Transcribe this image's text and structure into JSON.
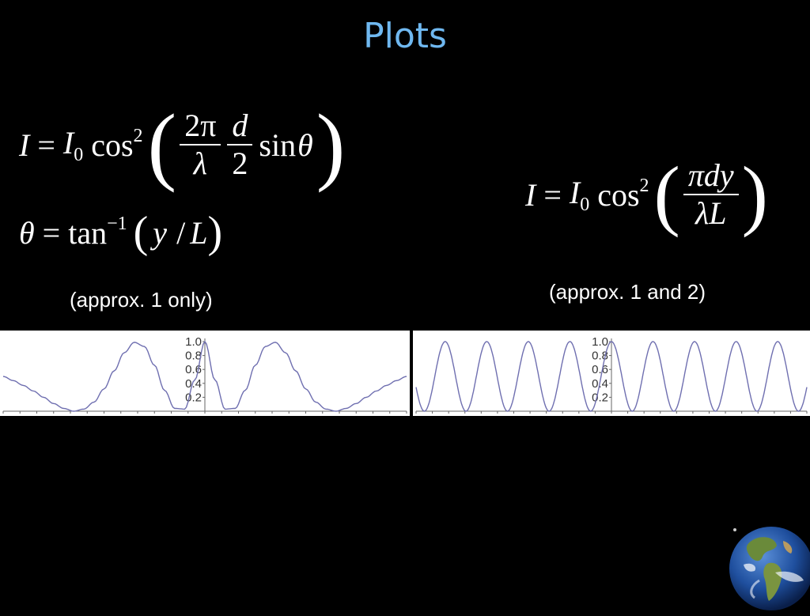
{
  "slide": {
    "title": "Plots",
    "note_left": "(approx. 1 only)",
    "note_right": "(approx. 1 and 2)"
  },
  "equations": {
    "eq1": {
      "lhs": "I",
      "eq": "=",
      "i0_base": "I",
      "i0_sub": "0",
      "func": "cos",
      "power": "2",
      "frac1_num": "2π",
      "frac1_den": "λ",
      "frac2_num": "d",
      "frac2_den": "2",
      "sin": "sin",
      "theta": "θ"
    },
    "eq2": {
      "lhs": "θ",
      "eq": "=",
      "func": "tan",
      "power": "−1",
      "y": "y",
      "slash": "/",
      "L": "L"
    },
    "eq3": {
      "lhs": "I",
      "eq": "=",
      "i0_base": "I",
      "i0_sub": "0",
      "func": "cos",
      "power": "2",
      "num_pi": "π",
      "num_dy": "dy",
      "den_lambda": "λ",
      "den_L": "L"
    }
  },
  "colors": {
    "title": "#6fb8f0",
    "curve": "#6f6fb0",
    "plot_bg": "#ffffff"
  },
  "chart_data": [
    {
      "type": "line",
      "id": "plot-approx-1",
      "title": "",
      "xlabel": "",
      "ylabel": "",
      "ylim": [
        0,
        1.0
      ],
      "yticks": [
        "1.0",
        "0.8",
        "0.6",
        "0.4",
        "0.2"
      ],
      "grid": false,
      "series": [
        {
          "x": [
            -1,
            -0.95,
            -0.9,
            -0.85,
            -0.8,
            -0.75,
            -0.7,
            -0.65,
            -0.6,
            -0.55,
            -0.5,
            -0.45,
            -0.4,
            -0.35,
            -0.3,
            -0.25,
            -0.2,
            -0.15,
            -0.1,
            -0.05,
            0,
            0.05,
            0.1,
            0.15,
            0.2,
            0.25,
            0.3,
            0.35,
            0.4,
            0.45,
            0.5,
            0.55,
            0.6,
            0.65,
            0.7,
            0.75,
            0.8,
            0.85,
            0.9,
            0.95,
            1
          ],
          "y": [
            0.5,
            0.44,
            0.37,
            0.29,
            0.2,
            0.11,
            0.04,
            0.0,
            0.03,
            0.13,
            0.32,
            0.58,
            0.84,
            0.99,
            0.93,
            0.66,
            0.3,
            0.04,
            0.03,
            0.45,
            1.0,
            0.45,
            0.03,
            0.04,
            0.3,
            0.66,
            0.93,
            0.99,
            0.84,
            0.58,
            0.32,
            0.13,
            0.03,
            0.0,
            0.04,
            0.11,
            0.2,
            0.29,
            0.37,
            0.44,
            0.5
          ]
        }
      ]
    },
    {
      "type": "line",
      "id": "plot-approx-1-and-2",
      "title": "",
      "xlabel": "",
      "ylabel": "",
      "ylim": [
        0,
        1.0
      ],
      "yticks": [
        "1.0",
        "0.8",
        "0.6",
        "0.4",
        "0.2"
      ],
      "grid": false,
      "series": [
        {
          "function": "cos^2",
          "x_range": [
            -1,
            1
          ],
          "periods_per_side": 4.7
        }
      ]
    }
  ]
}
